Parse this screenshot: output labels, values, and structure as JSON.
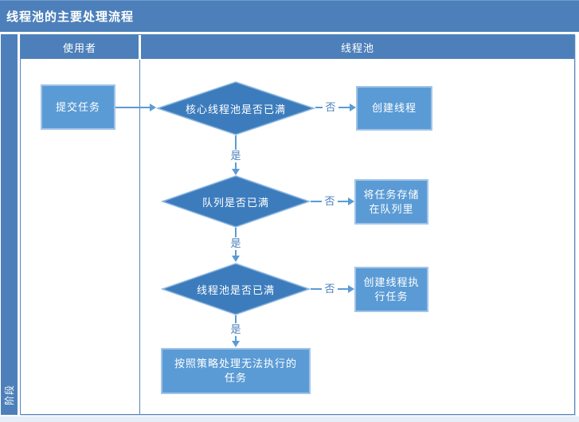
{
  "colors": {
    "band_blue": "#4d80ba",
    "rect_fill": "#5b9bd5",
    "rect_border": "#a2c4e8",
    "diamond_fill": "#3d7cbc",
    "diamond_border": "#8ab5e0",
    "connector": "#5b9bd5",
    "edge_label_text": "#4a7fba",
    "panel_border": "#5585bb",
    "text_on_blue": "#ffffff"
  },
  "title_bar": {
    "title": "线程池的主要处理流程"
  },
  "swimlanes": {
    "phase_label": "阶段",
    "lane1_header": "使用者",
    "lane2_header": "线程池"
  },
  "flow": {
    "submit_task": "提交任务",
    "decision_core_pool": "核心线程池是否已满",
    "create_thread": "创建线程",
    "decision_queue": "队列是否已满",
    "store_in_queue": {
      "line1": "将任务存储",
      "line2": "在队列里"
    },
    "decision_pool": "线程池是否已满",
    "create_thread_exec": {
      "line1": "创建线程执",
      "line2": "行任务"
    },
    "policy_handle": {
      "line1": "按照策略处理无法执行的",
      "line2": "任务"
    },
    "label_yes": "是",
    "label_no": "否"
  }
}
